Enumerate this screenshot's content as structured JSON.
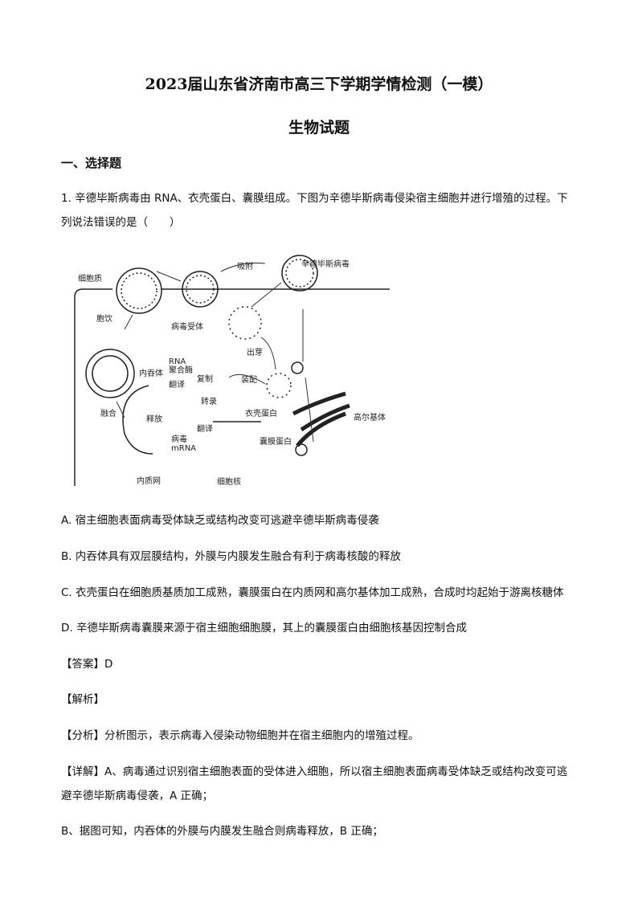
{
  "title": "2023届山东省济南市高三下学期学情检测（一模）",
  "subtitle": "生物试题",
  "section": "一、选择题",
  "question": {
    "stem_line1": "1. 辛德毕斯病毒由 RNA、衣壳蛋白、囊膜组成。下图为辛德毕斯病毒侵染宿主细胞并进行增殖的过程。下",
    "stem_line2": "列说法错误的是（　　）",
    "figure_labels": {
      "virus": "辛德毕斯病毒",
      "adsorb": "吸附",
      "membrane": "细胞质",
      "pinocytosis": "胞饮",
      "receptor": "病毒受体",
      "endosome": "内吞体",
      "rna_pol_1": "RNA",
      "rna_pol_2": "聚合酶",
      "translate1": "翻译",
      "replicate": "复制",
      "assemble": "装配",
      "budding": "出芽",
      "transcribe": "转录",
      "capsid": "衣壳蛋白",
      "golgi": "高尔基体",
      "fusion": "融合",
      "release": "释放",
      "translate2": "翻译",
      "mrna_1": "病毒",
      "mrna_2": "mRNA",
      "envelope": "囊膜蛋白",
      "er": "内质网",
      "nucleus": "细胞核"
    },
    "options": [
      "A. 宿主细胞表面病毒受体缺乏或结构改变可逃避辛德毕斯病毒侵袭",
      "B. 内吞体具有双层膜结构，外膜与内膜发生融合有利于病毒核酸的释放",
      "C. 衣壳蛋白在细胞质基质加工成熟，囊膜蛋白在内质网和高尔基体加工成熟，合成时均起始于游离核糖体",
      "D. 辛德毕斯病毒囊膜来源于宿主细胞细胞膜，其上的囊膜蛋白由细胞核基因控制合成"
    ],
    "answer": "【答案】D",
    "analysis_head": "【解析】",
    "analysis": "【分析】分析图示，表示病毒入侵染动物细胞并在宿主细胞内的增殖过程。",
    "detail_line1": "【详解】A、病毒通过识别宿主细胞表面的受体进入细胞，所以宿主细胞表面病毒受体缺乏或结构改变可逃",
    "detail_line2": "避辛德毕斯病毒侵袭，A 正确；",
    "detail_b": "B、据图可知，内吞体的外膜与内膜发生融合则病毒释放，B 正确；"
  }
}
